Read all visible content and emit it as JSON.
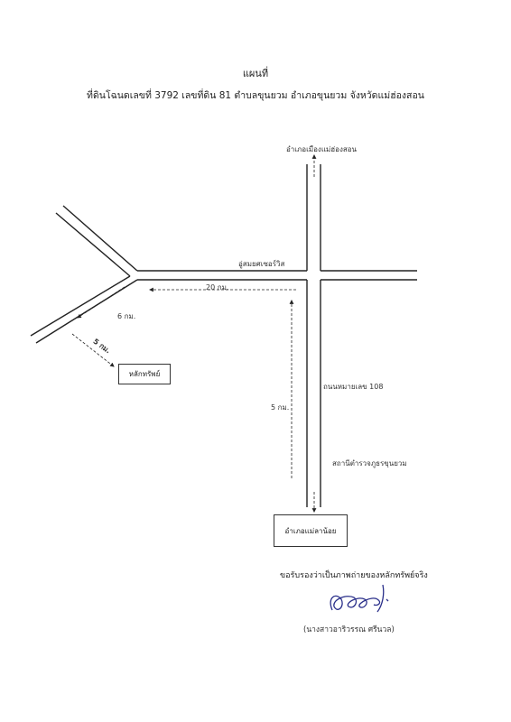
{
  "header": {
    "title": "แผนที่",
    "subtitle": "ที่ดินโฉนดเลขที่ 3792 เลขที่ดิน 81  ตำบลขุนยวม อำเภอขุนยวม จังหวัดแม่ฮ่องสอน"
  },
  "map": {
    "north_label": "อำเภอเมืองแม่ฮ่องสอน",
    "junction_label": "อู่สมยศเซอร์วิส",
    "road_label": "ถนนหมายเลข 108",
    "station_label": "สถานีตำรวจภูธรขุนยวม",
    "dist_20": "20 กม.",
    "dist_6": "6 กม.",
    "dist_5a": "5 กม.",
    "dist_5b": "5 กม.",
    "property_label": "หลักทรัพย์",
    "district_box_label": "อำเภอแม่ลาน้อย"
  },
  "certification": {
    "text": "ขอรับรองว่าเป็นภาพถ่ายของหลักทรัพย์จริง",
    "name": "(นางสาวอาริวรรณ  ศรีนวล)"
  },
  "colors": {
    "line": "#222222",
    "text": "#333333",
    "signature": "#2a2f8a"
  }
}
